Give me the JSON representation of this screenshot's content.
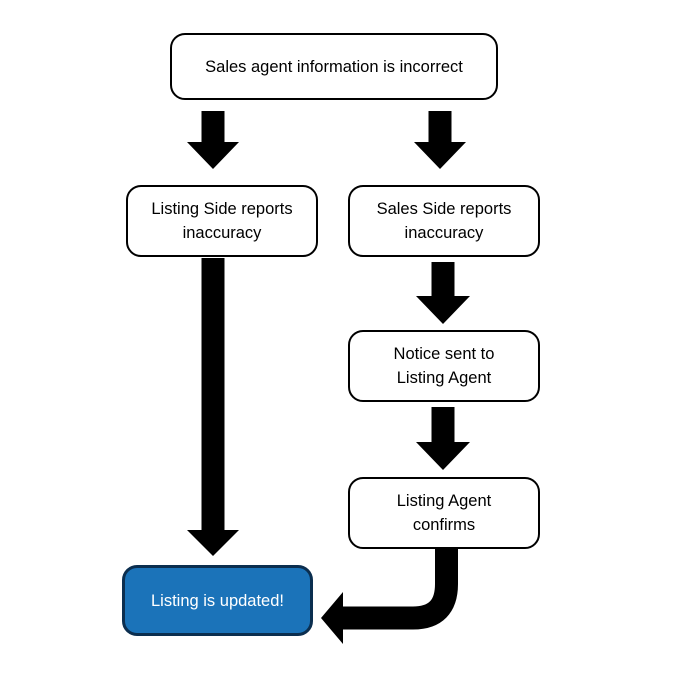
{
  "diagram": {
    "type": "flowchart",
    "nodes": [
      {
        "id": "start",
        "label": "Sales agent information is incorrect",
        "shape": "rounded-rect",
        "highlighted": false
      },
      {
        "id": "listing-side-reports",
        "label": "Listing Side reports\ninaccuracy",
        "shape": "rounded-rect",
        "highlighted": false
      },
      {
        "id": "sales-side-reports",
        "label": "Sales Side reports\ninaccuracy",
        "shape": "rounded-rect",
        "highlighted": false
      },
      {
        "id": "notice-sent",
        "label": "Notice sent to\nListing Agent",
        "shape": "rounded-rect",
        "highlighted": false
      },
      {
        "id": "listing-agent-confirms",
        "label": "Listing Agent\nconfirms",
        "shape": "rounded-rect",
        "highlighted": false
      },
      {
        "id": "listing-updated",
        "label": "Listing is updated!",
        "shape": "rounded-rect",
        "highlighted": true
      }
    ],
    "edges": [
      {
        "from": "start",
        "to": "listing-side-reports",
        "style": "block-arrow-down"
      },
      {
        "from": "start",
        "to": "sales-side-reports",
        "style": "block-arrow-down"
      },
      {
        "from": "listing-side-reports",
        "to": "listing-updated",
        "style": "block-arrow-down-long"
      },
      {
        "from": "sales-side-reports",
        "to": "notice-sent",
        "style": "block-arrow-down"
      },
      {
        "from": "notice-sent",
        "to": "listing-agent-confirms",
        "style": "block-arrow-down"
      },
      {
        "from": "listing-agent-confirms",
        "to": "listing-updated",
        "style": "block-arrow-elbow-left"
      }
    ]
  },
  "colors": {
    "background": "#ffffff",
    "node_fill": "#ffffff",
    "node_border": "#000000",
    "node_text": "#000000",
    "accent_fill": "#1b73b9",
    "accent_border": "#0b2e4f",
    "accent_text": "#ffffff",
    "arrow": "#000000"
  }
}
